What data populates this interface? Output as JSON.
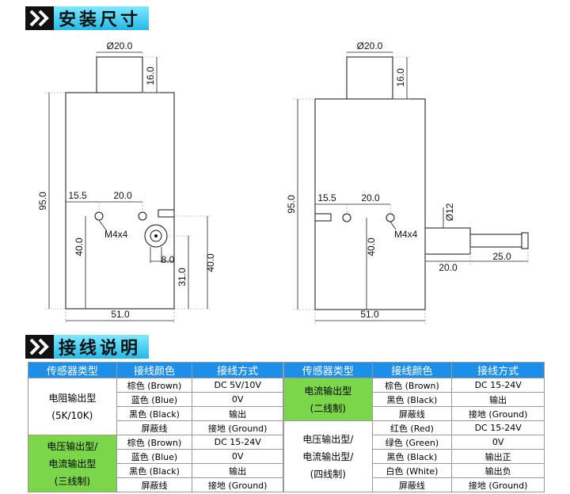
{
  "section_install": {
    "title": "安装尺寸"
  },
  "section_wiring": {
    "title": "接线说明"
  },
  "left_drawing": {
    "dia_top": "Ø20.0",
    "top_h": "16.0",
    "height": "95.0",
    "d1": "15.5",
    "d2": "20.0",
    "hole": "M4x4",
    "h40a": "40.0",
    "d8": "8.0",
    "d31": "31.0",
    "h40b": "40.0",
    "width": "51.0"
  },
  "right_drawing": {
    "dia_top": "Ø20.0",
    "top_h": "16.0",
    "height": "95.0",
    "d1": "15.5",
    "d2": "20.0",
    "hole": "M4x4",
    "h40": "40.0",
    "dia_cable": "Ø12",
    "d20": "20.0",
    "d25": "25.0",
    "width": "51.0"
  },
  "table_headers": {
    "sensor_type": "传感器类型",
    "wire_color": "接线颜色",
    "wiring": "接线方式"
  },
  "left_table": [
    {
      "type_lines": [
        "电阻输出型",
        "(5K/10K)"
      ],
      "rows": [
        {
          "color": "棕色 (Brown)",
          "wiring": "DC 5V/10V"
        },
        {
          "color": "蓝色 (Blue)",
          "wiring": "0V"
        },
        {
          "color": "黑色 (Black)",
          "wiring": "输出"
        },
        {
          "color": "屏蔽线",
          "wiring": "接地 (Ground)"
        }
      ]
    },
    {
      "type_lines": [
        "电压输出型/",
        "电流输出型",
        "(三线制)"
      ],
      "rows": [
        {
          "color": "棕色 (Brown)",
          "wiring": "DC 15-24V"
        },
        {
          "color": "蓝色 (Blue)",
          "wiring": "0V"
        },
        {
          "color": "黑色 (Black)",
          "wiring": "输出"
        },
        {
          "color": "屏蔽线",
          "wiring": "接地 (Ground)"
        }
      ]
    }
  ],
  "right_table": [
    {
      "type_lines": [
        "电流输出型",
        "(二线制)"
      ],
      "rows": [
        {
          "color": "棕色 (Brown)",
          "wiring": "DC 15-24V"
        },
        {
          "color": "黑色 (Black)",
          "wiring": "输出"
        },
        {
          "color": "屏蔽线",
          "wiring": "接地 (Ground)"
        }
      ]
    },
    {
      "type_lines": [
        "电压输出型/",
        "电流输出型/",
        "(四线制)"
      ],
      "rows": [
        {
          "color": "红色 (Red)",
          "wiring": "DC 15-24V"
        },
        {
          "color": "绿色 (Green)",
          "wiring": "0V"
        },
        {
          "color": "黑色 (Black)",
          "wiring": "输出正"
        },
        {
          "color": "白色 (White)",
          "wiring": "输出负"
        },
        {
          "color": "屏蔽线",
          "wiring": "接地 (Ground)"
        }
      ]
    }
  ],
  "colors": {
    "header_blue": "#1e8fe8",
    "group_green": "#7cd64a",
    "title_cyan": "#25b8e6"
  }
}
